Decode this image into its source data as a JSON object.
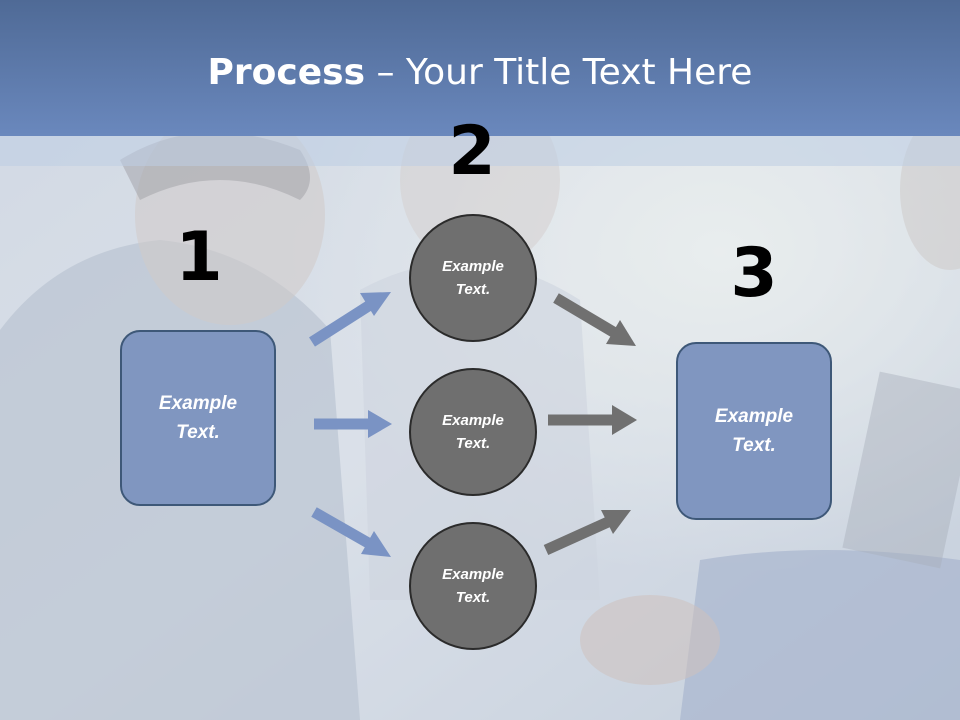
{
  "title": {
    "bold": "Process",
    "rest": " – Your Title Text Here"
  },
  "steps": [
    {
      "number": "1"
    },
    {
      "number": "2"
    },
    {
      "number": "3"
    }
  ],
  "left_box": {
    "line1": "Example",
    "line2": "Text."
  },
  "circles": [
    {
      "line1": "Example",
      "line2": "Text."
    },
    {
      "line1": "Example",
      "line2": "Text."
    },
    {
      "line1": "Example",
      "line2": "Text."
    }
  ],
  "right_box": {
    "line1": "Example",
    "line2": "Text."
  },
  "colors": {
    "header": "#5a77a8",
    "box": "#8096c0",
    "circle": "#6f6f6f",
    "blue_arrow": "#7a93c4",
    "gray_arrow": "#707070"
  }
}
